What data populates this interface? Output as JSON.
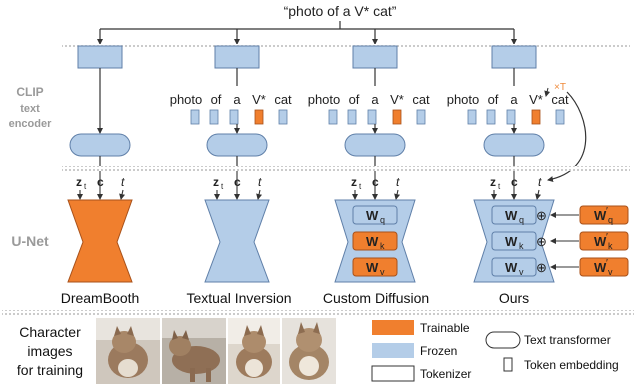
{
  "prompt": "“photo of a V* cat”",
  "side_labels": {
    "clip_line1": "CLIP",
    "clip_line2": "text",
    "clip_line3": "encoder",
    "unet": "U-Net"
  },
  "token_words": [
    "photo",
    "of",
    "a",
    "V*",
    "cat"
  ],
  "inputs": {
    "z": "z",
    "z_sub": "t",
    "c": "c",
    "t": "t"
  },
  "multiplier": "×T",
  "weights": {
    "w": "W",
    "q": "q",
    "k": "k",
    "v": "v",
    "prime": "′",
    "plus": "⊕"
  },
  "methods": [
    "DreamBooth",
    "Textual Inversion",
    "Custom Diffusion",
    "Ours"
  ],
  "footer": {
    "character_line1": "Character",
    "character_line2": "images",
    "character_line3": "for training"
  },
  "legend": {
    "trainable": "Trainable",
    "frozen": "Frozen",
    "tokenizer": "Tokenizer",
    "text_transformer": "Text transformer",
    "token_embedding": "Token embedding"
  },
  "colors": {
    "trainable": "#f07f2e",
    "frozen": "#b4cde8",
    "frozen_stroke": "#5f7fa8",
    "trainable_stroke": "#a8511a",
    "text": "#222222",
    "gray_label": "#9a9a9a",
    "arrow": "#333333",
    "multiplier": "#ef8a3a"
  }
}
